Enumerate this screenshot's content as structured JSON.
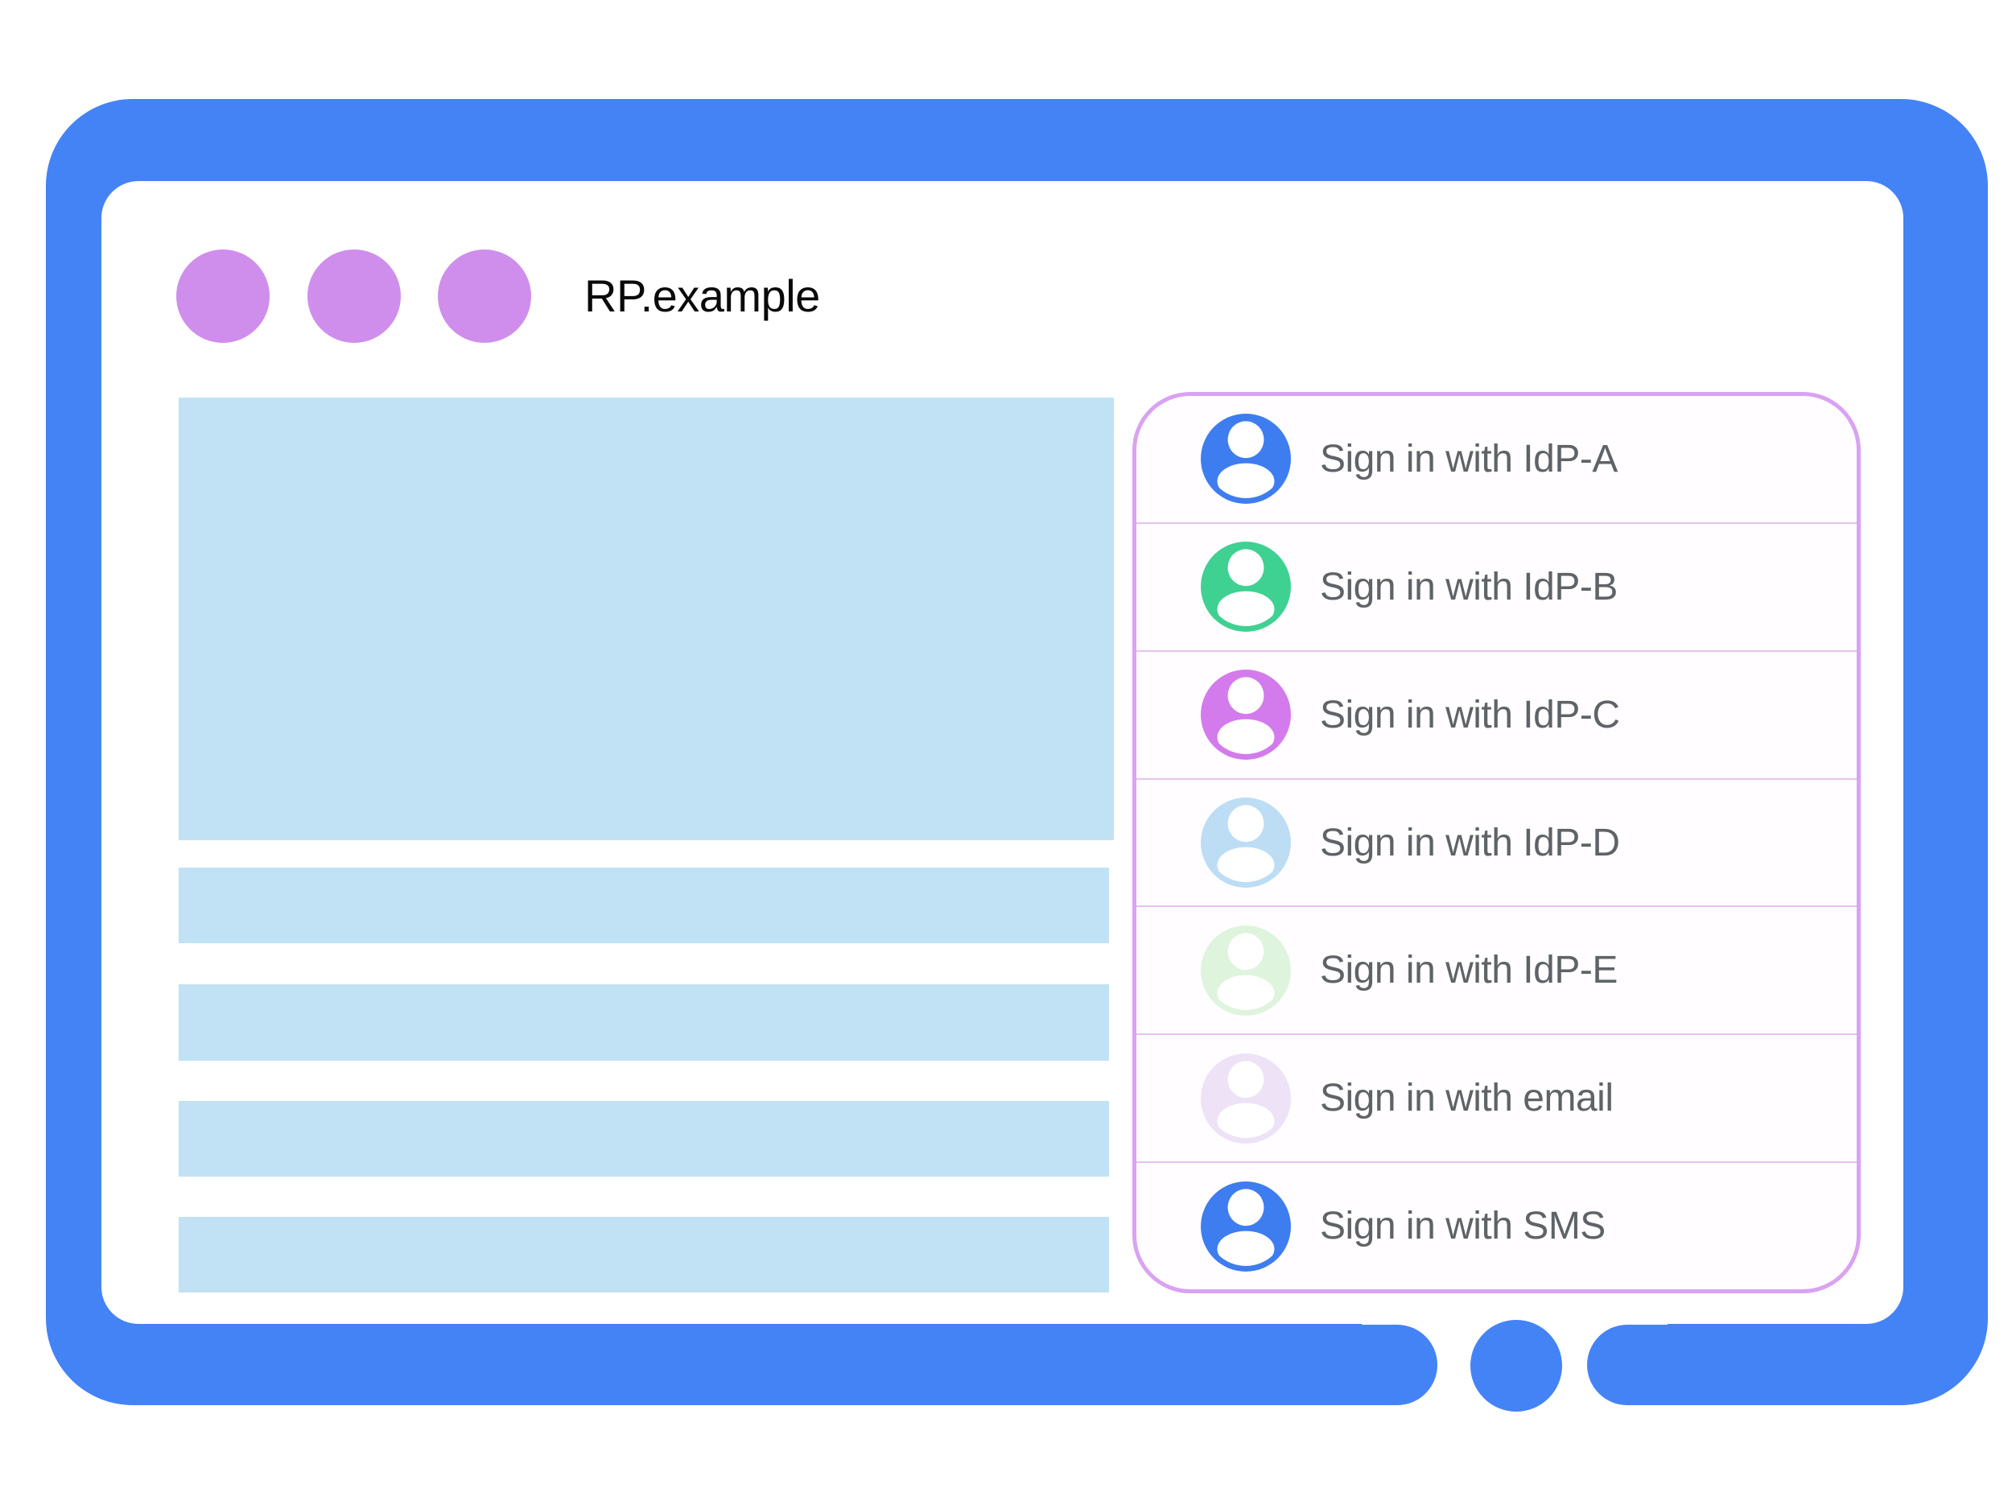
{
  "browser": {
    "title": "RP.example",
    "window_dots": {
      "count": 3,
      "color": "#CF8EEC"
    }
  },
  "frame": {
    "color": "#4483F5",
    "home_button": true
  },
  "content": {
    "placeholder_color": "#C1E2F4",
    "hero_block_count": 1,
    "text_bar_count": 4
  },
  "signin_panel": {
    "border_color": "#D9A2F2",
    "divider_color": "#E8C2F1",
    "label_color": "#5F6368",
    "items": [
      {
        "label": "Sign in with IdP-A",
        "avatar_color": "#3E7DEF",
        "icon": "person-avatar-icon"
      },
      {
        "label": "Sign in with IdP-B",
        "avatar_color": "#3FD192",
        "icon": "person-avatar-icon"
      },
      {
        "label": "Sign in with IdP-C",
        "avatar_color": "#D37BEC",
        "icon": "person-avatar-icon"
      },
      {
        "label": "Sign in with IdP-D",
        "avatar_color": "#BDDDF5",
        "icon": "person-avatar-icon"
      },
      {
        "label": "Sign in with IdP-E",
        "avatar_color": "#DEF4DC",
        "icon": "person-avatar-icon"
      },
      {
        "label": "Sign in with email",
        "avatar_color": "#EEE2F7",
        "icon": "person-avatar-icon"
      },
      {
        "label": "Sign in with SMS",
        "avatar_color": "#3E7DEF",
        "icon": "person-avatar-icon"
      }
    ]
  }
}
